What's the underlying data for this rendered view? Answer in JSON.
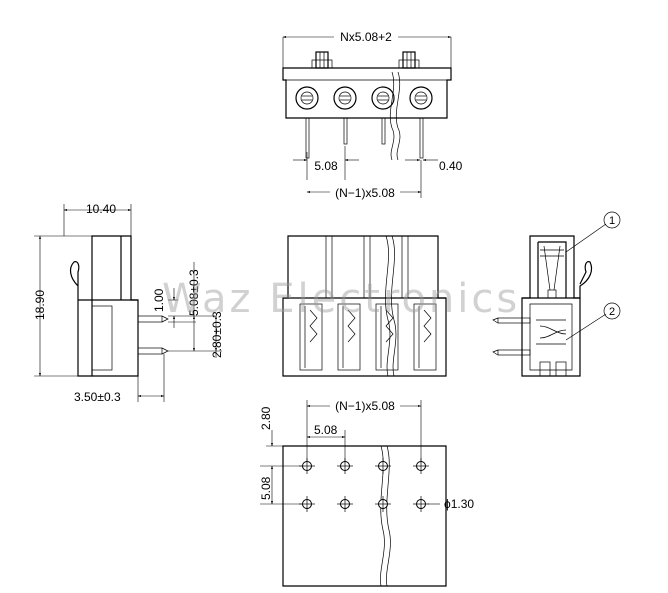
{
  "top_view": {
    "overall_width": "Nx5.08+2",
    "pitch": "5.08",
    "pin_size": "0.40",
    "span": "(N−1)x5.08"
  },
  "side_view": {
    "depth": "10.40",
    "height": "18.90",
    "pin_offset_top": "1.00",
    "pin_pitch": "5.08±0.3",
    "pin_spacing_lower": "2.80±0.3",
    "pin_extension": "3.50±0.3"
  },
  "section_view": {
    "callout_1": "1",
    "callout_2": "2"
  },
  "pcb_layout": {
    "span": "(N−1)x5.08",
    "pitch_h": "5.08",
    "pitch_v": "5.08",
    "offset": "2.80",
    "hole_diameter": "ϕ1.30"
  },
  "watermark": "Waz Electronics"
}
